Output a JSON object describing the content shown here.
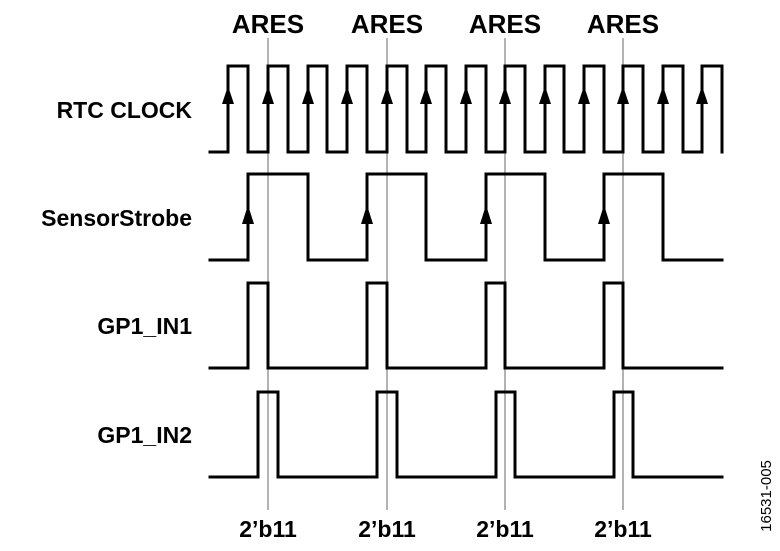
{
  "signals": [
    {
      "id": "rtc",
      "label": "RTC CLOCK"
    },
    {
      "id": "strobe",
      "label": "SensorStrobe"
    },
    {
      "id": "in1",
      "label": "GP1_IN1"
    },
    {
      "id": "in2",
      "label": "GP1_IN2"
    }
  ],
  "top_labels": [
    "ARES",
    "ARES",
    "ARES",
    "ARES"
  ],
  "bottom_labels": [
    "2’b11",
    "2’b11",
    "2’b11",
    "2’b11"
  ],
  "figure_id": "16531-005",
  "colors": {
    "waveform": "#000000",
    "marker_line": "#b3b3b3"
  }
}
